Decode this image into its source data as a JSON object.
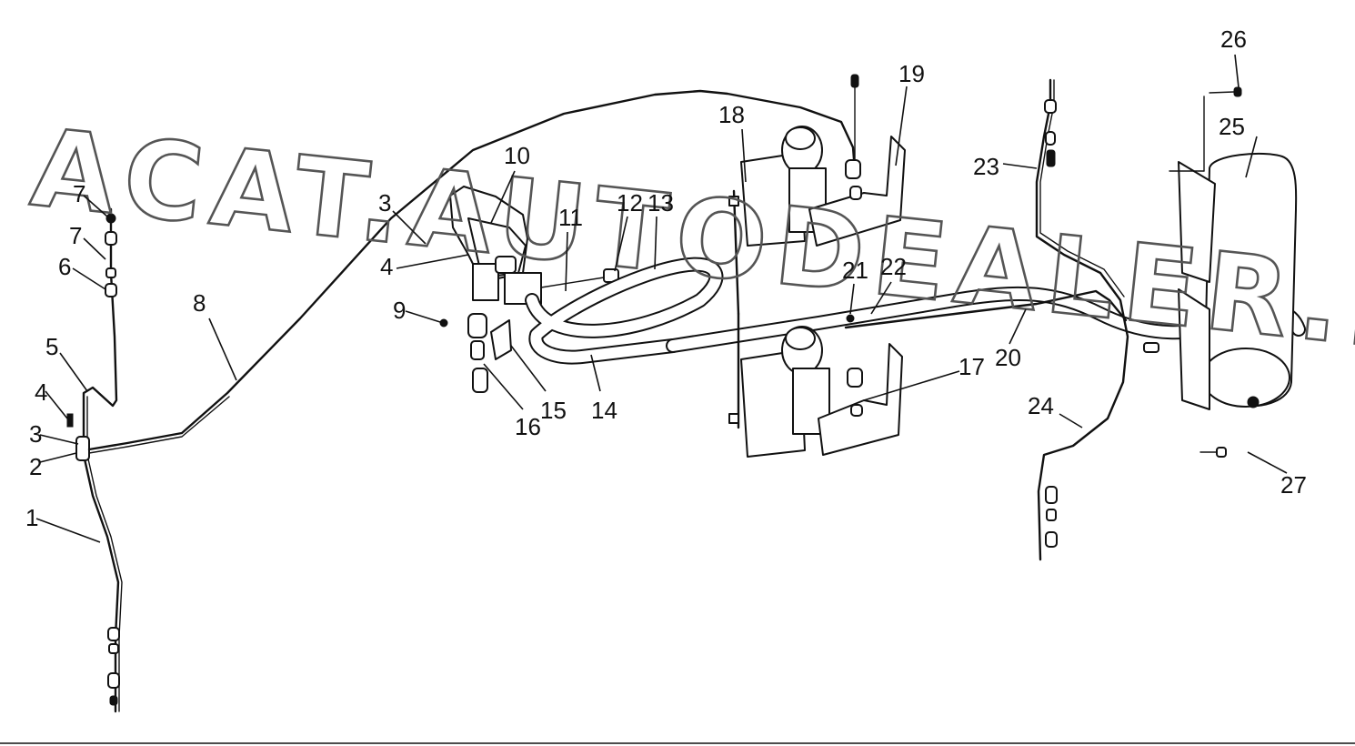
{
  "watermark": "ACAT.AUTODEALER.RU",
  "callouts": [
    {
      "id": "c7a",
      "label": "7"
    },
    {
      "id": "c7b",
      "label": "7"
    },
    {
      "id": "c6",
      "label": "6"
    },
    {
      "id": "c5",
      "label": "5"
    },
    {
      "id": "c4a",
      "label": "4"
    },
    {
      "id": "c3a",
      "label": "3"
    },
    {
      "id": "c2",
      "label": "2"
    },
    {
      "id": "c1",
      "label": "1"
    },
    {
      "id": "c8",
      "label": "8"
    },
    {
      "id": "c3b",
      "label": "3"
    },
    {
      "id": "c4b",
      "label": "4"
    },
    {
      "id": "c9",
      "label": "9"
    },
    {
      "id": "c10",
      "label": "10"
    },
    {
      "id": "c11",
      "label": "11"
    },
    {
      "id": "c12",
      "label": "12"
    },
    {
      "id": "c13",
      "label": "13"
    },
    {
      "id": "c14",
      "label": "14"
    },
    {
      "id": "c15",
      "label": "15"
    },
    {
      "id": "c16",
      "label": "16"
    },
    {
      "id": "c17",
      "label": "17"
    },
    {
      "id": "c18",
      "label": "18"
    },
    {
      "id": "c19",
      "label": "19"
    },
    {
      "id": "c20",
      "label": "20"
    },
    {
      "id": "c21",
      "label": "21"
    },
    {
      "id": "c22",
      "label": "22"
    },
    {
      "id": "c23",
      "label": "23"
    },
    {
      "id": "c24",
      "label": "24"
    },
    {
      "id": "c25",
      "label": "25"
    },
    {
      "id": "c26",
      "label": "26"
    },
    {
      "id": "c27",
      "label": "27"
    }
  ]
}
